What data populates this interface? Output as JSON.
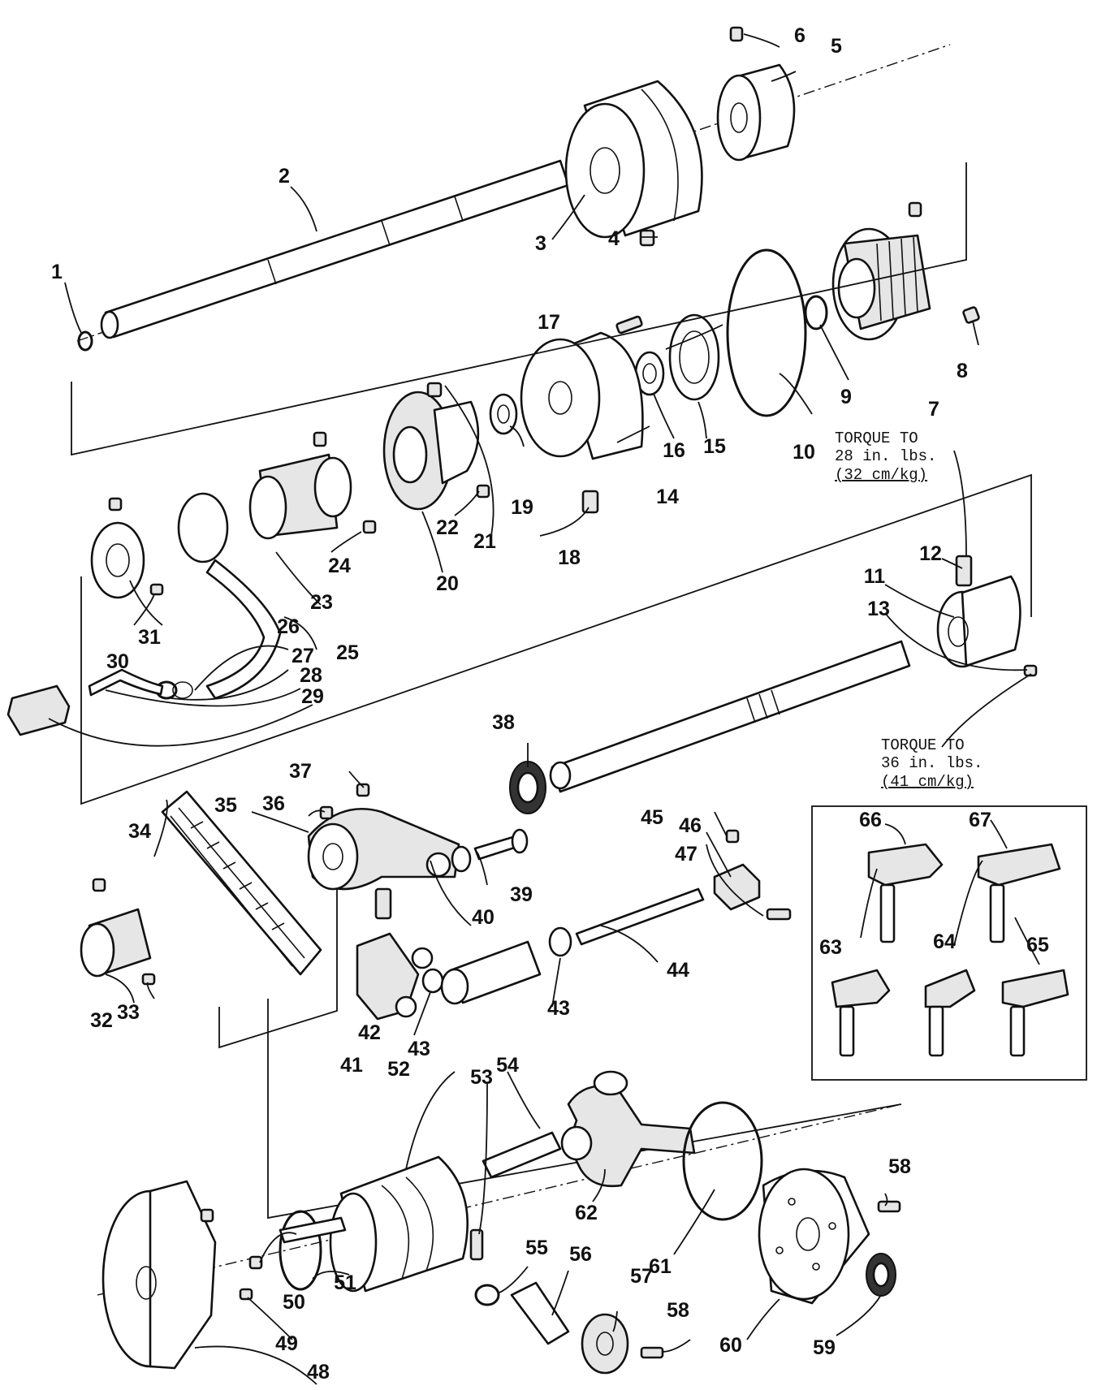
{
  "callouts": [
    "1",
    "2",
    "3",
    "4",
    "5",
    "6",
    "7",
    "8",
    "9",
    "10",
    "11",
    "12",
    "13",
    "14",
    "15",
    "16",
    "17",
    "18",
    "19",
    "20",
    "21",
    "22",
    "23",
    "24",
    "25",
    "26",
    "27",
    "28",
    "29",
    "30",
    "31",
    "32",
    "33",
    "34",
    "35",
    "36",
    "37",
    "38",
    "39",
    "40",
    "41",
    "42",
    "43",
    "44",
    "45",
    "46",
    "47",
    "48",
    "49",
    "50",
    "51",
    "52",
    "53",
    "54",
    "55",
    "56",
    "57",
    "58",
    "59",
    "60",
    "61",
    "62",
    "63",
    "64",
    "65",
    "66",
    "67"
  ],
  "notes": {
    "torque_a": {
      "line1": "TORQUE TO",
      "line2": "28 in. lbs.",
      "line3": "(32 cm/kg)"
    },
    "torque_b": {
      "line1": "TORQUE TO",
      "line2": "36 in. lbs.",
      "line3": "(41 cm/kg)"
    }
  }
}
